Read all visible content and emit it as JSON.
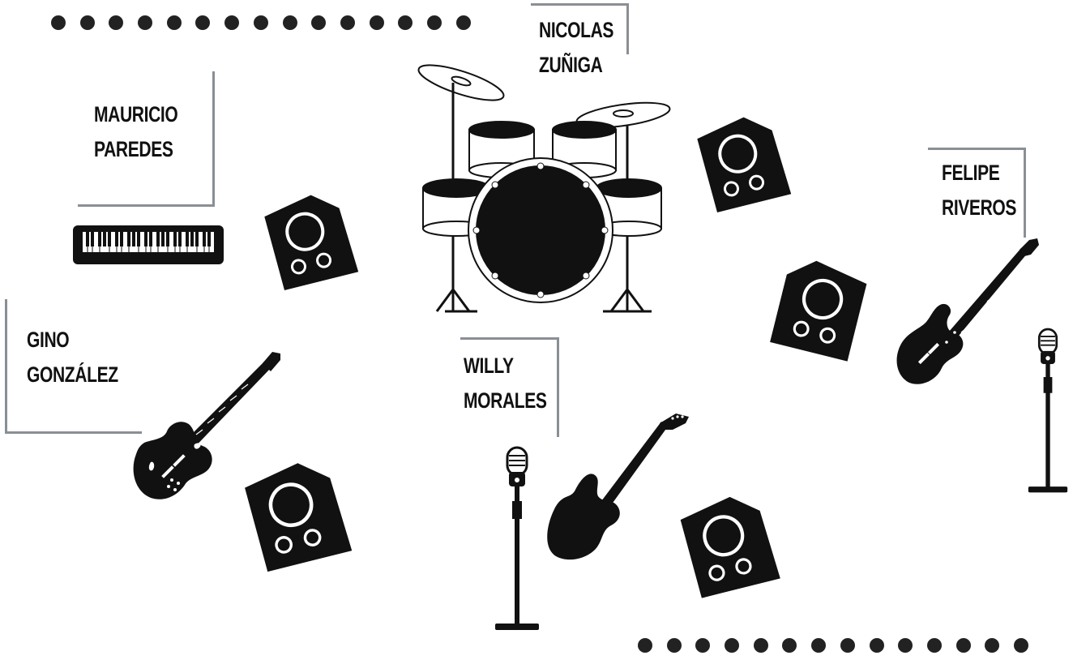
{
  "musicians": [
    {
      "id": "mauricio",
      "first": "MAURICIO",
      "last": "PAREDES",
      "instrument": "keyboard-icon"
    },
    {
      "id": "nicolas",
      "first": "NICOLAS",
      "last": "ZUÑIGA",
      "instrument": "drum-kit-icon"
    },
    {
      "id": "felipe",
      "first": "FELIPE",
      "last": "RIVEROS",
      "instrument": "bass-guitar-icon"
    },
    {
      "id": "gino",
      "first": "GINO",
      "last": "GONZÁLEZ",
      "instrument": "hollow-body-guitar-icon"
    },
    {
      "id": "willy",
      "first": "WILLY",
      "last": "MORALES",
      "instrument": "electric-guitar-icon"
    }
  ],
  "colors": {
    "ink": "#111111",
    "bracket": "#8a8f94",
    "dots": "#222222",
    "background": "#ffffff"
  },
  "icons": [
    "keyboard-icon",
    "drum-kit-icon",
    "amplifier-icon",
    "microphone-icon",
    "electric-guitar-icon",
    "bass-guitar-icon",
    "hollow-body-guitar-icon"
  ]
}
